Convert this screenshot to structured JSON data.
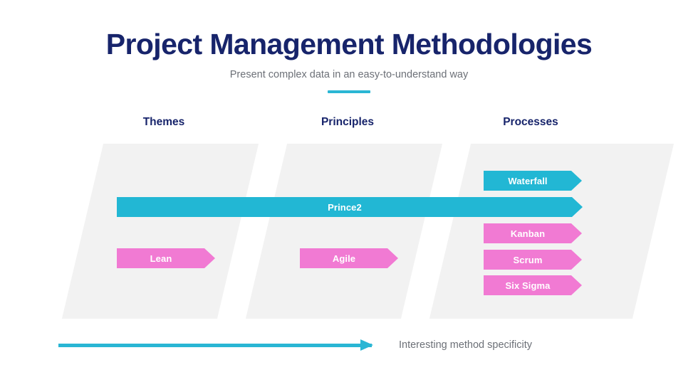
{
  "header": {
    "title": "Project Management Methodologies",
    "subtitle": "Present complex data in an easy-to-understand way",
    "accent_color": "#2ab6d4"
  },
  "columns": [
    {
      "label": "Themes"
    },
    {
      "label": "Principles"
    },
    {
      "label": "Processes"
    }
  ],
  "bars": {
    "waterfall": {
      "label": "Waterfall",
      "color": "#22b7d4",
      "column": "Processes"
    },
    "prince2": {
      "label": "Prince2",
      "color": "#22b7d4",
      "column": "Themes-Principles-Processes"
    },
    "kanban": {
      "label": "Kanban",
      "color": "#f17ad3",
      "column": "Processes"
    },
    "lean": {
      "label": "Lean",
      "color": "#f17ad3",
      "column": "Themes"
    },
    "agile": {
      "label": "Agile",
      "color": "#f17ad3",
      "column": "Principles"
    },
    "scrum": {
      "label": "Scrum",
      "color": "#f17ad3",
      "column": "Processes"
    },
    "six_sigma": {
      "label": "Six Sigma",
      "color": "#f17ad3",
      "column": "Processes"
    }
  },
  "footer": {
    "label": "Interesting method specificity",
    "arrow_color": "#2ab6d4",
    "direction": "right"
  },
  "colors": {
    "navy": "#17246b",
    "gray_text": "#6c7077",
    "panel": "#f2f2f2",
    "cyan": "#22b7d4",
    "pink": "#f17ad3",
    "background": "#ffffff"
  }
}
